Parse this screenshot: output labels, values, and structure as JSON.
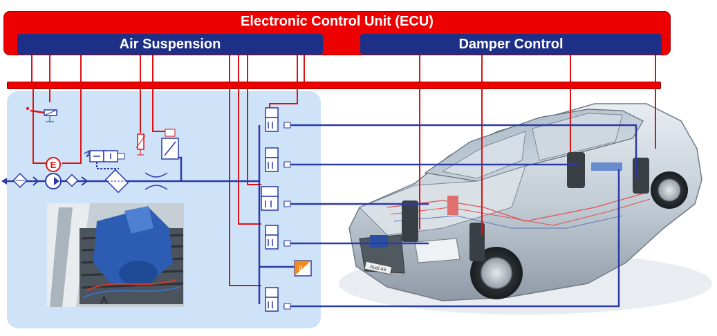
{
  "ecu": {
    "title": "Electronic Control Unit (ECU)"
  },
  "sections": {
    "air_suspension": "Air Suspension",
    "damper_control": "Damper Control"
  },
  "photos": {
    "car_badge": "Audi A6",
    "inset_letter": "A"
  },
  "compressor_label": "E",
  "colors": {
    "ecu_red": "#ee0000",
    "header_blue": "#1d2f86",
    "panel_blue": "#cfe3f8",
    "pneumatic_line": "#2a3aa8",
    "signal_line": "#dd1111",
    "car_silver": "#c9d3dc"
  }
}
